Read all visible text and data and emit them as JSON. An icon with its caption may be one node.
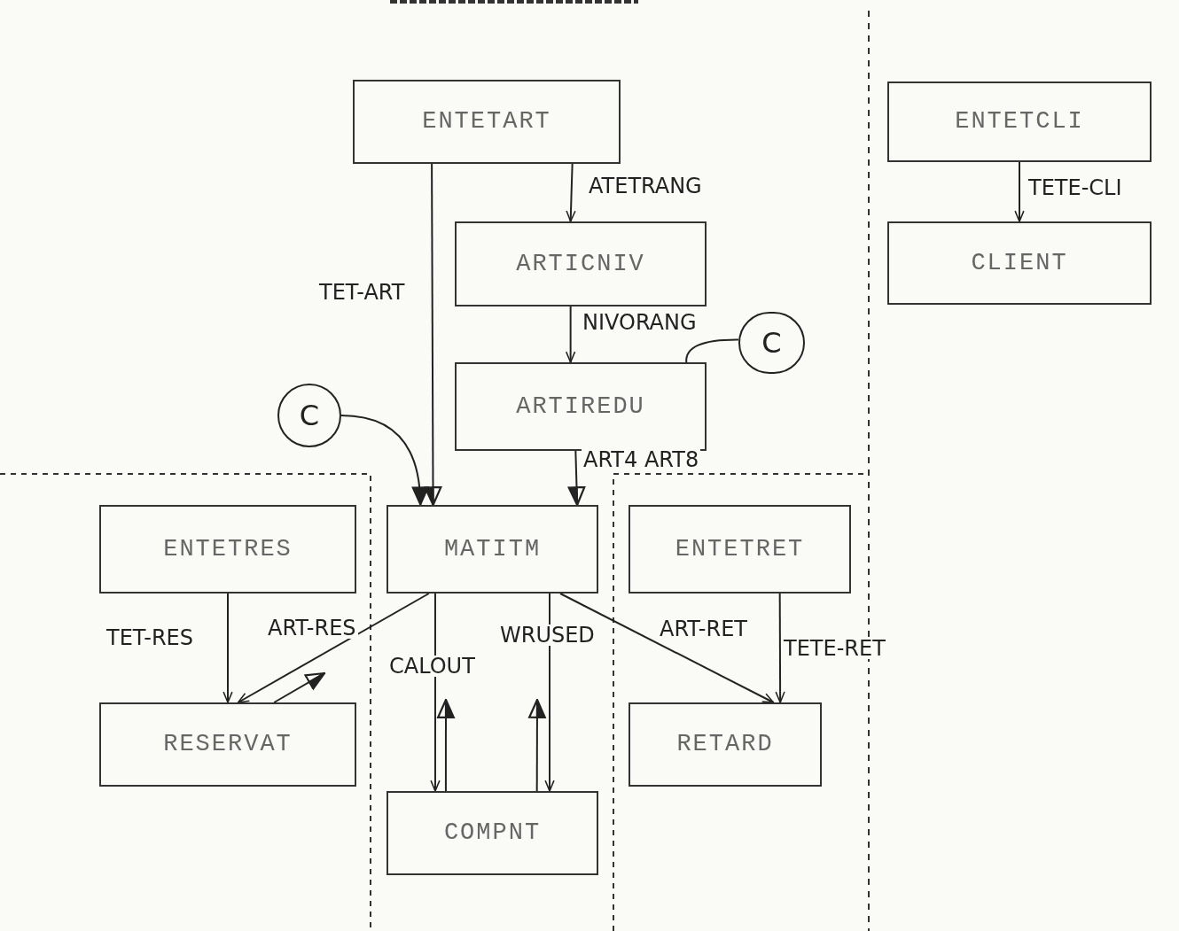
{
  "diagram": {
    "nodes": [
      {
        "text": [
          "ENTETART"
        ]
      },
      {
        "text": [
          "ARTICNIV"
        ]
      },
      {
        "text": [
          "ARTIREDU"
        ]
      },
      {
        "text": [
          "ENTETCLI"
        ]
      },
      {
        "text": [
          "CLIENT"
        ]
      },
      {
        "text": [
          "C"
        ]
      },
      {
        "text": [
          "C"
        ]
      },
      {
        "text": [
          "ENTETRES"
        ]
      },
      {
        "text": [
          "MATITM"
        ]
      },
      {
        "text": [
          "ENTETRET"
        ]
      },
      {
        "text": [
          "RESERVAT"
        ]
      },
      {
        "text": [
          "RETARD"
        ]
      },
      {
        "text": [
          "COMPNT"
        ]
      }
    ],
    "edges": [
      {
        "from": 0,
        "to": 1,
        "arrow": "to",
        "label": "ATETRANG"
      },
      {
        "from": 1,
        "to": 2,
        "arrow": "to",
        "label": "NIVORANG"
      },
      {
        "from": 0,
        "to": 8,
        "arrow": "to",
        "label": "TET-ART"
      },
      {
        "from": 2,
        "to": 8,
        "arrow": "to",
        "label": "ART4 ART8"
      },
      {
        "from": 5,
        "to": 2,
        "arrow": "none"
      },
      {
        "from": 6,
        "to": 8,
        "arrow": "to"
      },
      {
        "from": 3,
        "to": 4,
        "arrow": "to",
        "label": "TETE-CLI"
      },
      {
        "from": 7,
        "to": 10,
        "arrow": "to",
        "label": "TET-RES"
      },
      {
        "from": 8,
        "to": 10,
        "arrow": "to",
        "label": "ART-RES"
      },
      {
        "from": 10,
        "to": null,
        "arrow": "to"
      },
      {
        "from": 8,
        "to": 12,
        "arrow": "to",
        "label": "CALOUT"
      },
      {
        "from": 12,
        "to": null,
        "arrow": "to"
      },
      {
        "from": 12,
        "to": null,
        "arrow": "to"
      },
      {
        "from": 8,
        "to": 12,
        "arrow": "to",
        "label": "WRUSED"
      },
      {
        "from": 8,
        "to": 11,
        "arrow": "to",
        "label": "ART-RET"
      },
      {
        "from": 9,
        "to": 11,
        "arrow": "to",
        "label": "TETE-RET"
      }
    ]
  }
}
